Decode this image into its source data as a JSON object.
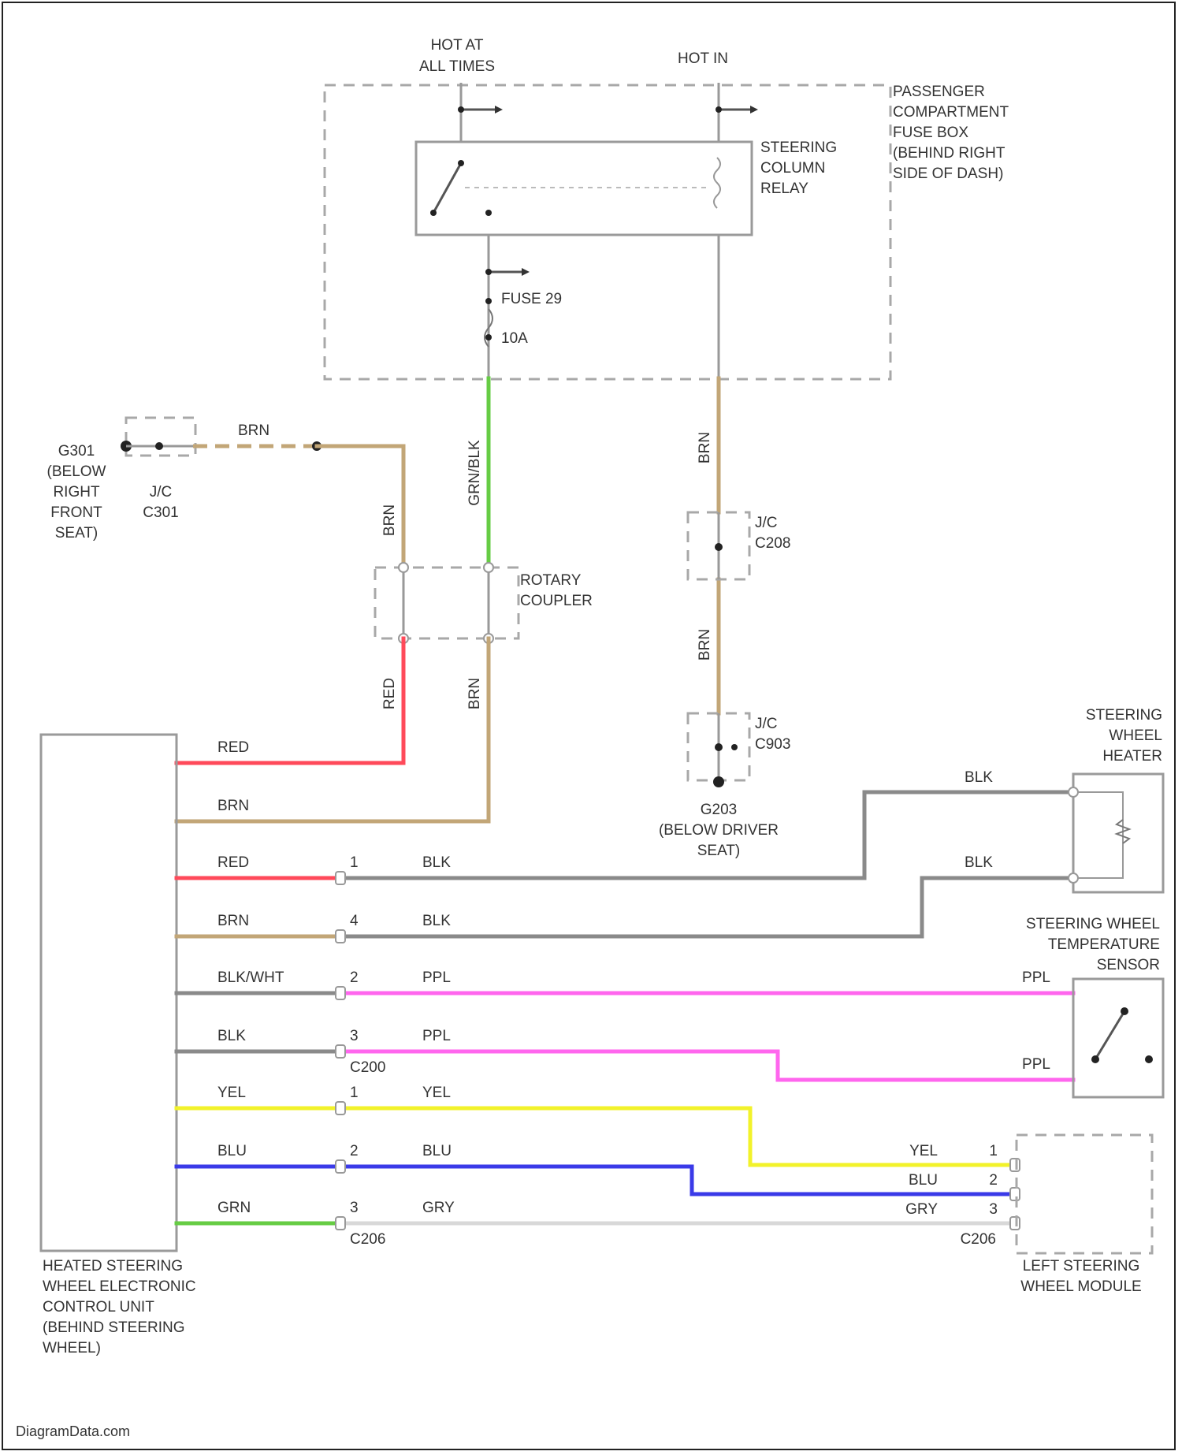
{
  "hot_at_all_times": [
    "HOT AT",
    "ALL TIMES"
  ],
  "hot_in": "HOT IN",
  "fuse_box": [
    "PASSENGER",
    "COMPARTMENT",
    "FUSE BOX",
    "(BEHIND RIGHT",
    "SIDE OF DASH)"
  ],
  "relay": [
    "STEERING",
    "COLUMN",
    "RELAY"
  ],
  "fuse_name": "FUSE 29",
  "fuse_rating": "10A",
  "g301": [
    "G301",
    "(BELOW",
    "RIGHT",
    "FRONT",
    "SEAT)"
  ],
  "jc_c301": [
    "J/C",
    "C301"
  ],
  "jc_c208": [
    "J/C",
    "C208"
  ],
  "jc_c903": [
    "J/C",
    "C903"
  ],
  "g203": [
    "G203",
    "(BELOW DRIVER",
    "SEAT)"
  ],
  "rotary": [
    "ROTARY",
    "COUPLER"
  ],
  "heater": [
    "STEERING",
    "WHEEL",
    "HEATER"
  ],
  "temp_sensor": [
    "STEERING WHEEL",
    "TEMPERATURE",
    "SENSOR"
  ],
  "ecu": [
    "HEATED STEERING",
    "WHEEL ELECTRONIC",
    "CONTROL UNIT",
    "(BEHIND STEERING",
    "WHEEL)"
  ],
  "left_module": [
    "LEFT STEERING",
    "WHEEL MODULE"
  ],
  "connectors": {
    "c200_a": "C200",
    "c206_a": "C206",
    "c206_b": "C206"
  },
  "wires": {
    "brn_top": "BRN",
    "brn_v1": "BRN",
    "grn_blk": "GRN/BLK",
    "brn_v2": "BRN",
    "brn_v3": "BRN",
    "red_v": "RED",
    "brn_v4": "BRN",
    "brn_right1": "BRN",
    "brn_right2": "BRN",
    "heater_blk1": "BLK",
    "heater_blk2": "BLK",
    "ppl_right1": "PPL",
    "ppl_right2": "PPL",
    "mod_yel": "YEL",
    "mod_blu": "BLU",
    "mod_gry": "GRY"
  },
  "rows": [
    {
      "left": "RED",
      "pin": "",
      "right": "",
      "color": "#ff4a5a"
    },
    {
      "left": "BRN",
      "pin": "",
      "right": "",
      "color": "#c2a677"
    },
    {
      "left": "RED",
      "pin": "1",
      "right": "BLK",
      "color": "#ff4a5a"
    },
    {
      "left": "BRN",
      "pin": "4",
      "right": "BLK",
      "color": "#c2a677"
    },
    {
      "left": "BLK/WHT",
      "pin": "2",
      "right": "PPL",
      "color": "#8a8a8a"
    },
    {
      "left": "BLK",
      "pin": "3",
      "right": "PPL",
      "color": "#8a8a8a"
    },
    {
      "left": "YEL",
      "pin": "1",
      "right": "YEL",
      "color": "#f2f22a"
    },
    {
      "left": "BLU",
      "pin": "2",
      "right": "BLU",
      "color": "#3a3ae8"
    },
    {
      "left": "GRN",
      "pin": "3",
      "right": "GRY",
      "color": "#66cc44"
    }
  ],
  "module_pins": [
    "1",
    "2",
    "3"
  ],
  "footer": "DiagramData.com"
}
